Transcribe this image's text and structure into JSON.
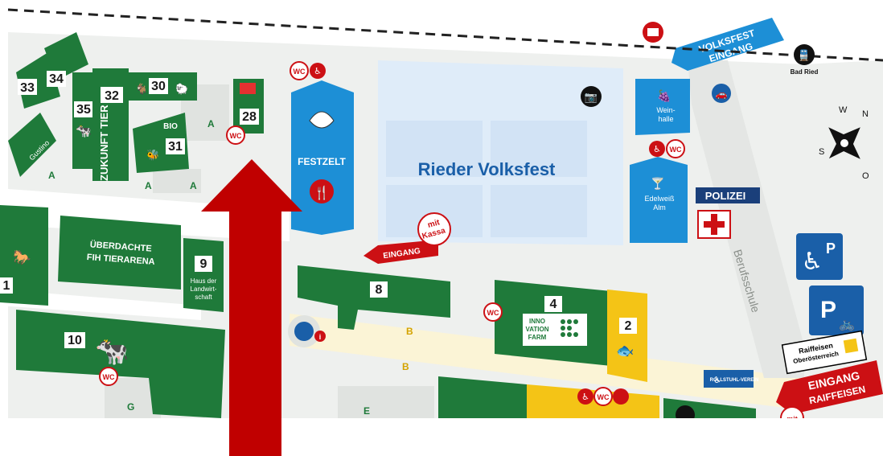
{
  "map": {
    "title": "Rieder Volksfest",
    "colors": {
      "green": "#1f7a3a",
      "blue": "#1d8fd6",
      "light_blue": "#e3eef9",
      "yellow": "#f4c416",
      "red": "#cc1014",
      "gray": "#e6e8e6",
      "navy": "#1a5fa8"
    },
    "buildings": [
      {
        "num": "33"
      },
      {
        "num": "34"
      },
      {
        "num": "35"
      },
      {
        "num": "32"
      },
      {
        "num": "30"
      },
      {
        "num": "31"
      },
      {
        "num": "28"
      },
      {
        "num": "9"
      },
      {
        "num": "10"
      },
      {
        "num": "8"
      },
      {
        "num": "4"
      },
      {
        "num": "2"
      },
      {
        "num": "1"
      }
    ],
    "labels": {
      "zukunft_tier": "ZUKUNFT TIER",
      "bio": "BIO",
      "gustino": "Gustino",
      "tierarena": "ÜBERDACHTE",
      "tierarena_2": "FIH TIERARENA",
      "landwirtschaft_1": "Haus der",
      "landwirtschaft_2": "Landwirt-",
      "landwirtschaft_3": "schaft",
      "festzelt": "FESTZELT",
      "weinhalle_1": "Wein-",
      "weinhalle_2": "halle",
      "edelweiss_1": "Edelweiß",
      "edelweiss_2": "Alm",
      "polizei": "POLIZEI",
      "berufsschule": "Berufsschule",
      "innovation_1": "INNO",
      "innovation_2": "VATION",
      "innovation_3": "FARM",
      "bad_ried": "Bad Ried",
      "sponsor_1": "Raiffeisen",
      "sponsor_2": "Oberösterreich",
      "rollstuhl": "ROLLSTUHL-VEREIN"
    },
    "area_letters": [
      "A",
      "A",
      "A",
      "A",
      "B",
      "B",
      "G",
      "E"
    ],
    "entrances": {
      "volksfest_1": "VOLKSFEST",
      "volksfest_2": "EINGANG",
      "eingang": "EINGANG",
      "kassa_1": "mit",
      "kassa_2": "Kassa",
      "raiffeisen_1": "EINGANG",
      "raiffeisen_2": "RAIFFEISEN",
      "mit": "mit"
    },
    "wc": "WC",
    "compass": {
      "n": "N",
      "o": "O",
      "s": "S",
      "w": "W"
    }
  }
}
